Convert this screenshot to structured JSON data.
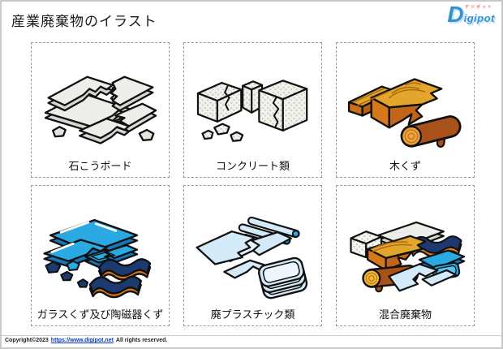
{
  "header": {
    "title": "産業廃棄物のイラスト",
    "logo": {
      "d_letter": "D",
      "name_rest": "igipot",
      "ruby": "デジポット"
    }
  },
  "panels": [
    {
      "label": "石こうボード",
      "illustration": "gypsum-board"
    },
    {
      "label": "コンクリート類",
      "illustration": "concrete-debris"
    },
    {
      "label": "木くず",
      "illustration": "wood-scraps"
    },
    {
      "label": "ガラスくず及び陶磁器くず",
      "illustration": "glass-and-ceramic-scraps"
    },
    {
      "label": "廃プラスチック類",
      "illustration": "waste-plastics"
    },
    {
      "label": "混合廃棄物",
      "illustration": "mixed-waste"
    }
  ],
  "footer": {
    "prefix": "Copyright©2023",
    "link_text": "https://www.digipot.net",
    "link_href": "https://www.digipot.net",
    "suffix": "All rights reserved."
  },
  "colors": {
    "logo_blue": "#2e93d5",
    "logo_ruby_red": "#cc2222",
    "glass_blue": "#2ba9e2",
    "glass_edge_blue": "#1478be",
    "tile_navy": "#1d3a70",
    "tile_orange": "#e07818",
    "wood_top": "#e2a62c",
    "wood_side": "#d5781a",
    "log_brown": "#a8521a",
    "log_end": "#f2a53c",
    "plastic_pale_blue": "#d3eaf8",
    "gypsum_gray": "#ededE9",
    "link_blue": "#0b3bcc",
    "dashed_border": "#999999"
  }
}
